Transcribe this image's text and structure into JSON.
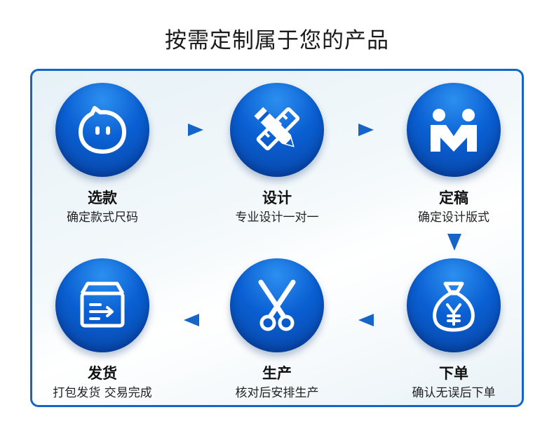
{
  "title": "按需定制属于您的产品",
  "steps": [
    {
      "title": "选款",
      "subtitle": "确定款式尺码",
      "icon": "chat-bubble-face-icon"
    },
    {
      "title": "设计",
      "subtitle": "专业设计一对一",
      "icon": "pencil-ruler-icon"
    },
    {
      "title": "定稿",
      "subtitle": "确定设计版式",
      "icon": "handshake-icon"
    },
    {
      "title": "下单",
      "subtitle": "确认无误后下单",
      "icon": "money-bag-yuan-icon"
    },
    {
      "title": "生产",
      "subtitle": "核对后安排生产",
      "icon": "scissors-icon"
    },
    {
      "title": "发货",
      "subtitle": "打包发货 交易完成",
      "icon": "shipping-box-icon"
    }
  ],
  "colors": {
    "accent": "#1565c8",
    "circle": "#0a5fd2"
  }
}
